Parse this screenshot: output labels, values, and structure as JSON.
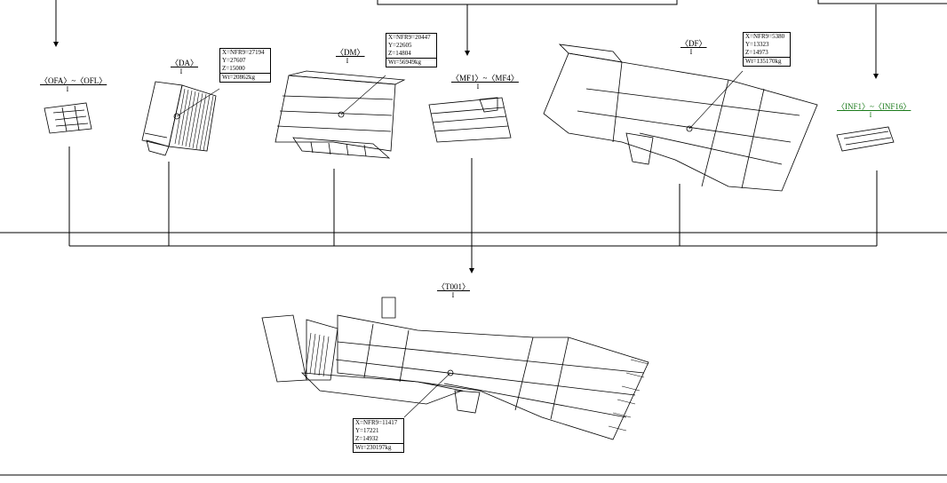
{
  "parts": [
    {
      "id": "ofa",
      "name": "〈OFA〉~〈OFL〉",
      "sub": "I"
    },
    {
      "id": "da",
      "name": "〈DA〉",
      "sub": "I",
      "coords": {
        "x": "X=NFR9=27194",
        "y": "Y=27607",
        "z": "Z=15000",
        "wt": "Wt=20862kg"
      }
    },
    {
      "id": "dm",
      "name": "〈DM〉",
      "sub": "I",
      "coords": {
        "x": "X=NFR9=20447",
        "y": "Y=22605",
        "z": "Z=14804",
        "wt": "Wt=56949kg"
      }
    },
    {
      "id": "mf",
      "name": "〈MF1〉~〈MF4〉",
      "sub": "I"
    },
    {
      "id": "df",
      "name": "〈DF〉",
      "sub": "I",
      "coords": {
        "x": "X=NFR9=5380",
        "y": "Y=13323",
        "z": "Z=14973",
        "wt": "Wt=135170kg"
      }
    },
    {
      "id": "inf",
      "name": "〈INF1〉~〈INF16〉",
      "sub": "I"
    }
  ],
  "assembly": {
    "name": "〈T001〉",
    "sub": "I",
    "coords": {
      "x": "X=NFR9=11417",
      "y": "Y=17221",
      "z": "Z=14932",
      "wt": "Wt=230197kg"
    }
  },
  "colors": {
    "line": "#000000",
    "highlight": "#1a7a1a"
  }
}
